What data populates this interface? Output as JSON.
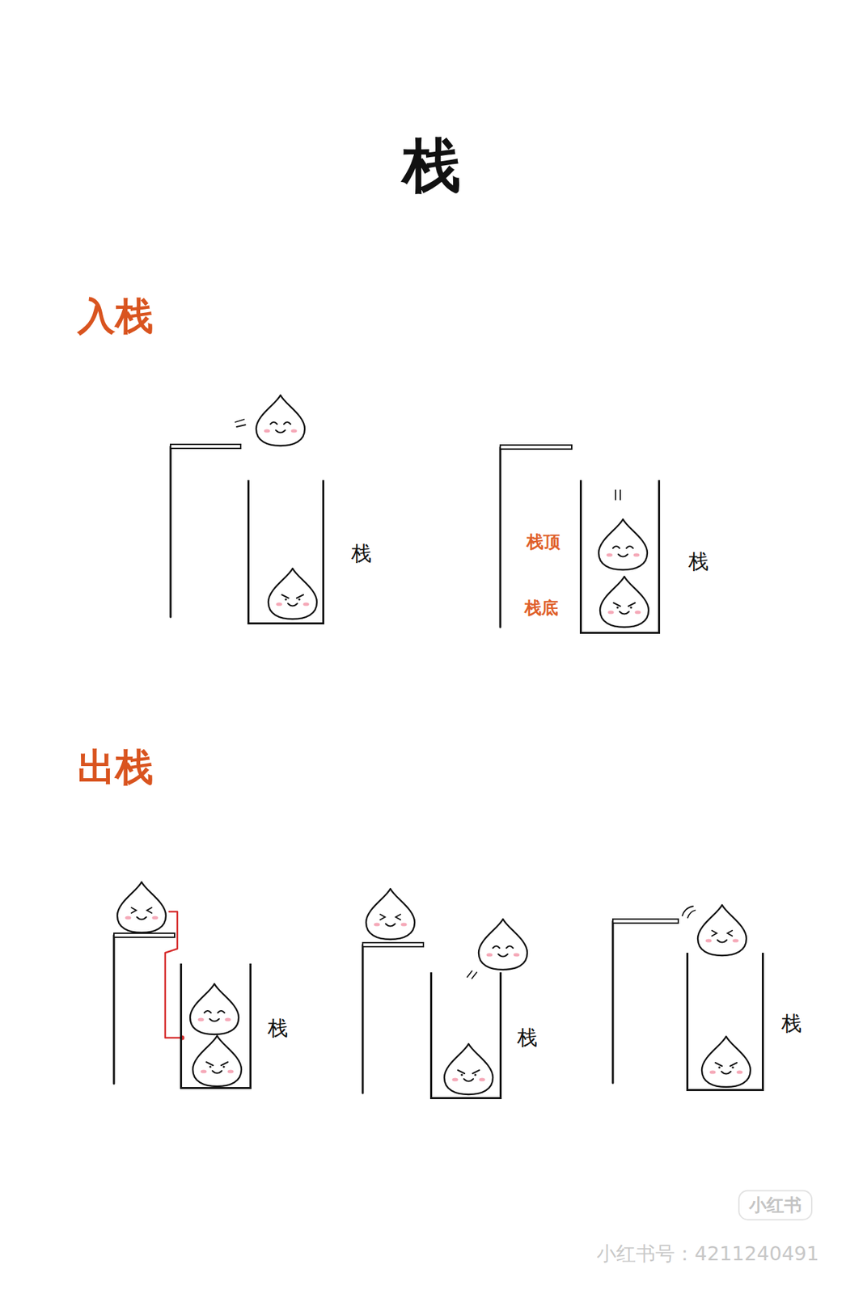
{
  "diagram": {
    "title": "栈",
    "nodes": [
      {
        "text": [
          "栈"
        ]
      },
      {
        "text": [
          "栈"
        ]
      },
      {
        "text": [
          "栈"
        ]
      },
      {
        "text": [
          "栈"
        ]
      },
      {
        "text": [
          "栈"
        ]
      }
    ],
    "labels": [
      "入栈",
      "栈顶",
      "栈底",
      "出栈",
      "小红书",
      "小红书号：4211240491"
    ]
  }
}
